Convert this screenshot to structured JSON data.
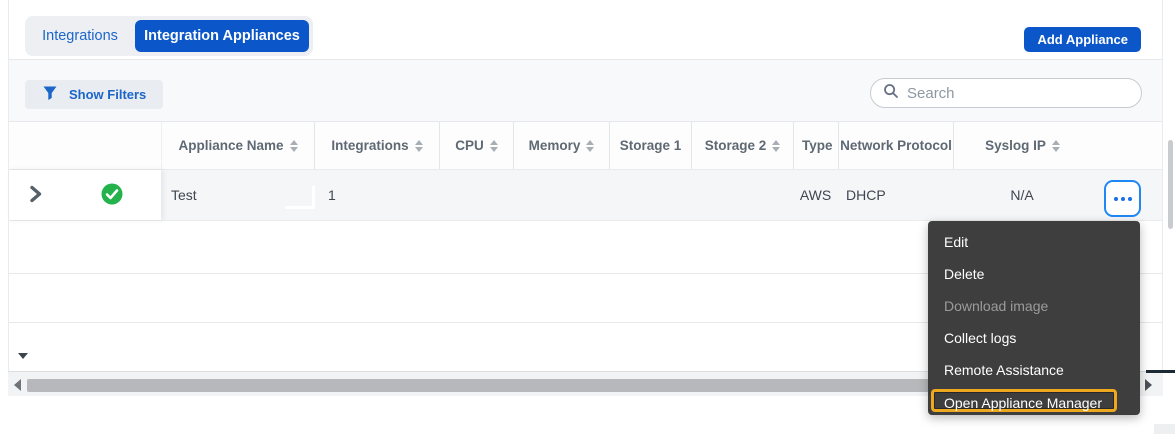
{
  "tabs": {
    "items": [
      {
        "label": "Integrations",
        "active": false
      },
      {
        "label": "Integration Appliances",
        "active": true
      }
    ]
  },
  "toolbar": {
    "add_appliance": "Add Appliance",
    "show_filters": "Show Filters"
  },
  "search": {
    "placeholder": "Search",
    "value": ""
  },
  "table": {
    "columns": [
      "Appliance Name",
      "Integrations",
      "CPU",
      "Memory",
      "Storage 1",
      "Storage 2",
      "Type",
      "Network Protocol",
      "Syslog IP"
    ],
    "row": {
      "status": "ok",
      "appliance_name": "Test",
      "integrations": "1",
      "cpu": "",
      "memory": "",
      "storage_1": "",
      "storage_2": "",
      "type": "AWS",
      "network_protocol": "DHCP",
      "syslog_ip": "N/A"
    }
  },
  "context_menu": {
    "items": [
      {
        "label": "Edit",
        "disabled": false,
        "highlighted": false
      },
      {
        "label": "Delete",
        "disabled": false,
        "highlighted": false
      },
      {
        "label": "Download image",
        "disabled": true,
        "highlighted": false
      },
      {
        "label": "Collect logs",
        "disabled": false,
        "highlighted": false
      },
      {
        "label": "Remote Assistance",
        "disabled": false,
        "highlighted": false
      },
      {
        "label": "Open Appliance Manager",
        "disabled": false,
        "highlighted": true
      }
    ]
  },
  "colors": {
    "accent_blue": "#0b57c9",
    "link_blue": "#1c66c9",
    "action_blue": "#1f88f5",
    "status_green": "#23b24c",
    "highlight_orange": "#eea81f",
    "menu_bg": "#3e3e3e",
    "menu_disabled_text": "#9b9b9b"
  }
}
